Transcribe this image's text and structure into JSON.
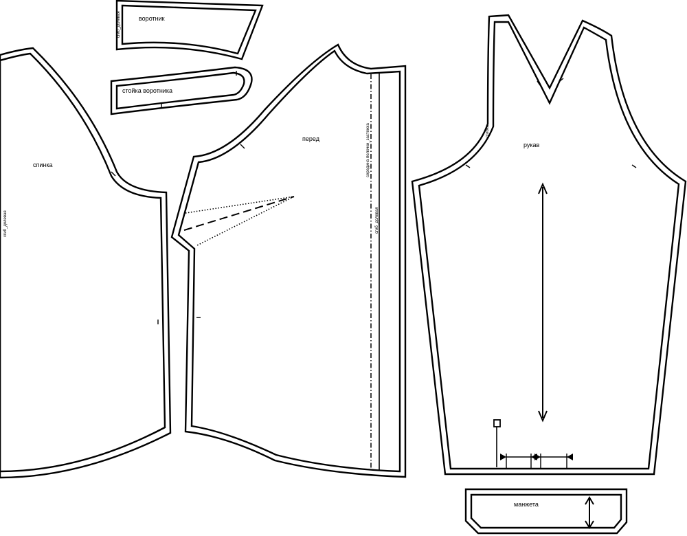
{
  "pieces": {
    "collar": {
      "label": "воротник",
      "fold_label": "сгиб_долевая"
    },
    "collar_stand": {
      "label": "стойка воротника"
    },
    "back": {
      "label": "спинка",
      "fold_label": "сгиб_долевая"
    },
    "front": {
      "label": "перед",
      "placket_label": "середина полочки_застежка",
      "fold_label": "сгиб_долевая"
    },
    "sleeve": {
      "label": "рукав",
      "fold_label": "сгибка"
    },
    "cuff": {
      "label": "манжета"
    }
  }
}
